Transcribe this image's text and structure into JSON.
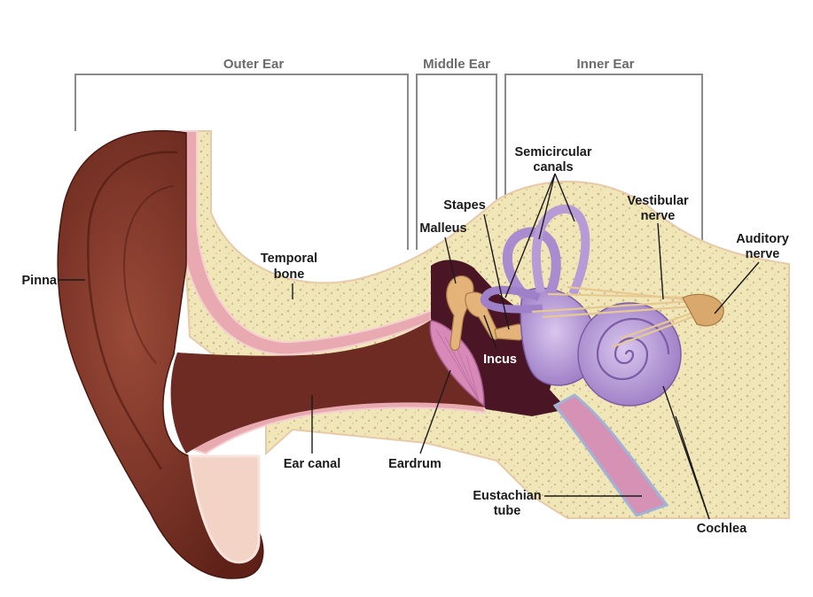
{
  "sections": {
    "outer": "Outer Ear",
    "middle": "Middle Ear",
    "inner": "Inner Ear"
  },
  "labels": {
    "pinna": "Pinna",
    "temporal_bone_1": "Temporal",
    "temporal_bone_2": "bone",
    "ear_canal": "Ear canal",
    "eardrum": "Eardrum",
    "malleus": "Malleus",
    "stapes": "Stapes",
    "incus": "Incus",
    "semicircular_1": "Semicircular",
    "semicircular_2": "canals",
    "vestibular_1": "Vestibular",
    "vestibular_2": "nerve",
    "auditory_1": "Auditory",
    "auditory_2": "nerve",
    "eustachian_1": "Eustachian",
    "eustachian_2": "tube",
    "cochlea": "Cochlea"
  },
  "colors": {
    "bone": "#f1e6b8",
    "skin": "#7a3426",
    "canal": "#6a2a22",
    "cavity": "#4a1626",
    "cochlea": "#b79bd6",
    "eardrum": "#d889b8",
    "ossicles": "#e3b37a"
  }
}
